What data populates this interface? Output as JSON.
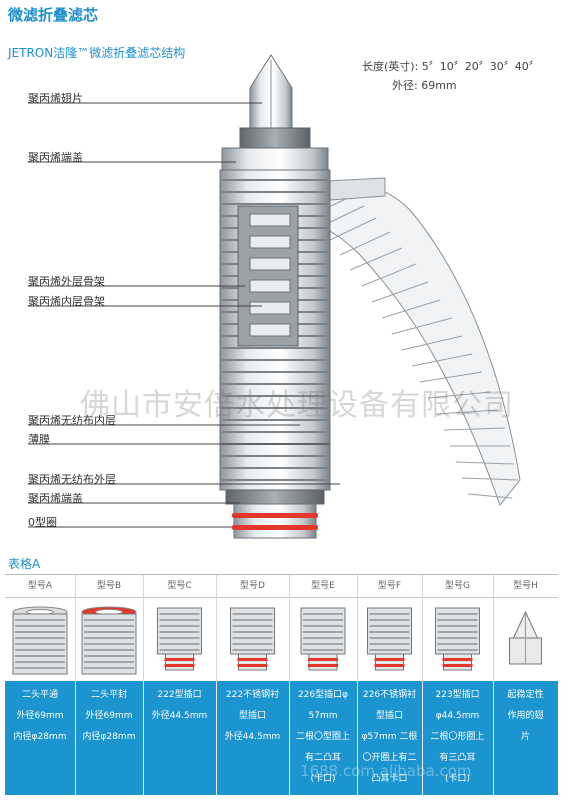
{
  "page": {
    "title": "微滤折叠滤芯"
  },
  "structure": {
    "subtitle": "JETRON洁隆™微滤折叠滤芯结构",
    "spec_length": "长度(英寸): 5〞10〞20〞30〞40〞",
    "spec_od": "外径: 69mm",
    "labels": [
      "聚丙烯翅片",
      "聚丙烯端盖",
      "聚丙烯外层骨架",
      "聚丙烯内层骨架",
      "聚丙烯无纺布内层",
      "薄膜",
      "聚丙烯无纺布外层",
      "聚丙烯端盖",
      "0型圈"
    ]
  },
  "watermark": "佛山市安倍水处理设备有限公司",
  "table": {
    "title": "表格A",
    "columns": [
      {
        "header": "型号A",
        "lines": [
          "二头平通",
          "外径69mm",
          "内径φ28mm"
        ]
      },
      {
        "header": "型号B",
        "lines": [
          "二头平封",
          "外径69mm",
          "内径φ28mm"
        ]
      },
      {
        "header": "型号C",
        "lines": [
          "222型插口",
          "外径44.5mm"
        ]
      },
      {
        "header": "型号D",
        "lines": [
          "222不锈钢衬",
          "型插口",
          "外径44.5mm"
        ]
      },
      {
        "header": "型号E",
        "lines": [
          "226型插口φ",
          "57mm",
          "二根〇型圈上",
          "有二凸耳",
          "(卡口)"
        ]
      },
      {
        "header": "型号F",
        "lines": [
          "226不锈钢衬",
          "型插口",
          "φ57mm 二根",
          "〇开圈上有二",
          "凸耳卡口"
        ]
      },
      {
        "header": "型号G",
        "lines": [
          "223型插口",
          "φ44.5mm",
          "二根〇形圈上",
          "有三凸耳",
          "(卡口)"
        ]
      },
      {
        "header": "型号H",
        "lines": [
          "起稳定性",
          "作用的翅",
          "片"
        ]
      }
    ]
  },
  "bottom_watermark": "1688.com  alibaba.com"
}
